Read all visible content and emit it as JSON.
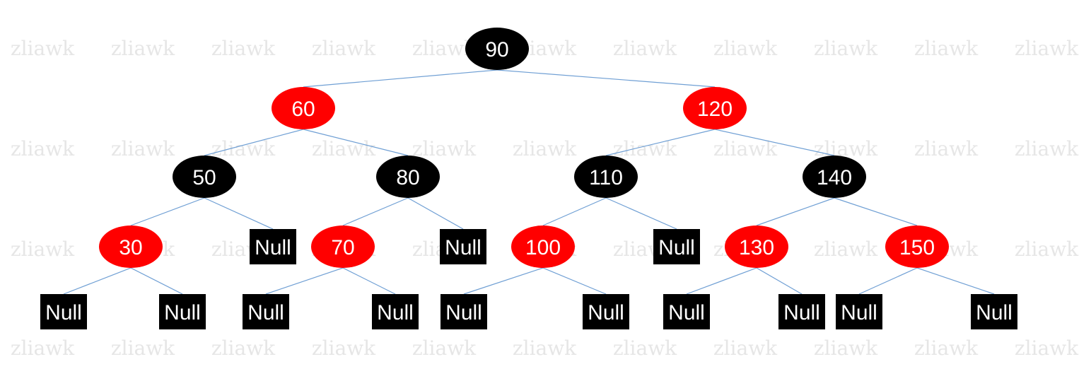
{
  "colors": {
    "black_node": "#000000",
    "red_node": "#ff0000",
    "null_leaf": "#000000",
    "edge": "#6f9fd4",
    "label": "#ffffff",
    "watermark": "#e6e6e6"
  },
  "watermark": {
    "text": "zliawk"
  },
  "tree": {
    "nodes": [
      {
        "id": "n90",
        "label": "90",
        "kind": "black"
      },
      {
        "id": "n60",
        "label": "60",
        "kind": "red"
      },
      {
        "id": "n120",
        "label": "120",
        "kind": "red"
      },
      {
        "id": "n50",
        "label": "50",
        "kind": "black"
      },
      {
        "id": "n80",
        "label": "80",
        "kind": "black"
      },
      {
        "id": "n110",
        "label": "110",
        "kind": "black"
      },
      {
        "id": "n140",
        "label": "140",
        "kind": "black"
      },
      {
        "id": "n30",
        "label": "30",
        "kind": "red"
      },
      {
        "id": "nul1",
        "label": "Null",
        "kind": "null"
      },
      {
        "id": "n70",
        "label": "70",
        "kind": "red"
      },
      {
        "id": "nul2",
        "label": "Null",
        "kind": "null"
      },
      {
        "id": "n100",
        "label": "100",
        "kind": "red"
      },
      {
        "id": "nul3",
        "label": "Null",
        "kind": "null"
      },
      {
        "id": "n130",
        "label": "130",
        "kind": "red"
      },
      {
        "id": "n150",
        "label": "150",
        "kind": "red"
      },
      {
        "id": "nul4",
        "label": "Null",
        "kind": "null"
      },
      {
        "id": "nul5",
        "label": "Null",
        "kind": "null"
      },
      {
        "id": "nul6",
        "label": "Null",
        "kind": "null"
      },
      {
        "id": "nul7",
        "label": "Null",
        "kind": "null"
      },
      {
        "id": "nul8",
        "label": "Null",
        "kind": "null"
      },
      {
        "id": "nul9",
        "label": "Null",
        "kind": "null"
      },
      {
        "id": "nul10",
        "label": "Null",
        "kind": "null"
      },
      {
        "id": "nul11",
        "label": "Null",
        "kind": "null"
      },
      {
        "id": "nul12",
        "label": "Null",
        "kind": "null"
      },
      {
        "id": "nul13",
        "label": "Null",
        "kind": "null"
      }
    ],
    "edges": [
      [
        "n90",
        "n60"
      ],
      [
        "n90",
        "n120"
      ],
      [
        "n60",
        "n50"
      ],
      [
        "n60",
        "n80"
      ],
      [
        "n120",
        "n110"
      ],
      [
        "n120",
        "n140"
      ],
      [
        "n50",
        "n30"
      ],
      [
        "n50",
        "nul1"
      ],
      [
        "n80",
        "n70"
      ],
      [
        "n80",
        "nul2"
      ],
      [
        "n110",
        "n100"
      ],
      [
        "n110",
        "nul3"
      ],
      [
        "n140",
        "n130"
      ],
      [
        "n140",
        "n150"
      ],
      [
        "n30",
        "nul4"
      ],
      [
        "n30",
        "nul5"
      ],
      [
        "n70",
        "nul6"
      ],
      [
        "n70",
        "nul7"
      ],
      [
        "n100",
        "nul8"
      ],
      [
        "n100",
        "nul9"
      ],
      [
        "n130",
        "nul10"
      ],
      [
        "n130",
        "nul11"
      ],
      [
        "n150",
        "nul12"
      ],
      [
        "n150",
        "nul13"
      ]
    ]
  }
}
